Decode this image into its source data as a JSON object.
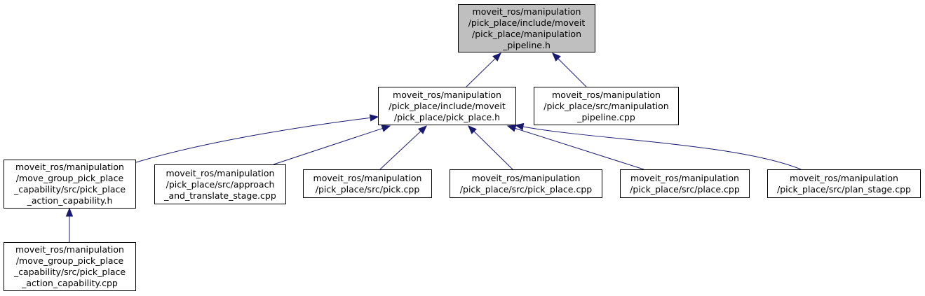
{
  "colors": {
    "edge": "#191970",
    "root_fill": "#bfbfbf",
    "node_fill": "#ffffff",
    "border": "#000000"
  },
  "nodes": [
    {
      "id": "manipulation-pipeline-h",
      "lines": [
        "moveit_ros/manipulation",
        "/pick_place/include/moveit",
        "/pick_place/manipulation",
        "_pipeline.h"
      ],
      "root": true
    },
    {
      "id": "pick-place-h",
      "lines": [
        "moveit_ros/manipulation",
        "/pick_place/include/moveit",
        "/pick_place/pick_place.h"
      ]
    },
    {
      "id": "manipulation-pipeline-cpp",
      "lines": [
        "moveit_ros/manipulation",
        "/pick_place/src/manipulation",
        "_pipeline.cpp"
      ]
    },
    {
      "id": "pick-place-action-capability-h",
      "lines": [
        "moveit_ros/manipulation",
        "/move_group_pick_place",
        "_capability/src/pick_place",
        "_action_capability.h"
      ]
    },
    {
      "id": "approach-and-translate-stage-cpp",
      "lines": [
        "moveit_ros/manipulation",
        "/pick_place/src/approach",
        "_and_translate_stage.cpp"
      ]
    },
    {
      "id": "pick-cpp",
      "lines": [
        "moveit_ros/manipulation",
        "/pick_place/src/pick.cpp"
      ]
    },
    {
      "id": "pick-place-cpp",
      "lines": [
        "moveit_ros/manipulation",
        "/pick_place/src/pick_place.cpp"
      ]
    },
    {
      "id": "place-cpp",
      "lines": [
        "moveit_ros/manipulation",
        "/pick_place/src/place.cpp"
      ]
    },
    {
      "id": "plan-stage-cpp",
      "lines": [
        "moveit_ros/manipulation",
        "/pick_place/src/plan_stage.cpp"
      ]
    },
    {
      "id": "pick-place-action-capability-cpp",
      "lines": [
        "moveit_ros/manipulation",
        "/move_group_pick_place",
        "_capability/src/pick_place",
        "_action_capability.cpp"
      ]
    }
  ],
  "edges": [
    {
      "from": "pick-place-h",
      "to": "manipulation-pipeline-h"
    },
    {
      "from": "manipulation-pipeline-cpp",
      "to": "manipulation-pipeline-h"
    },
    {
      "from": "pick-place-action-capability-h",
      "to": "pick-place-h"
    },
    {
      "from": "approach-and-translate-stage-cpp",
      "to": "pick-place-h"
    },
    {
      "from": "pick-cpp",
      "to": "pick-place-h"
    },
    {
      "from": "pick-place-cpp",
      "to": "pick-place-h"
    },
    {
      "from": "place-cpp",
      "to": "pick-place-h"
    },
    {
      "from": "plan-stage-cpp",
      "to": "pick-place-h"
    },
    {
      "from": "pick-place-action-capability-cpp",
      "to": "pick-place-action-capability-h"
    }
  ]
}
